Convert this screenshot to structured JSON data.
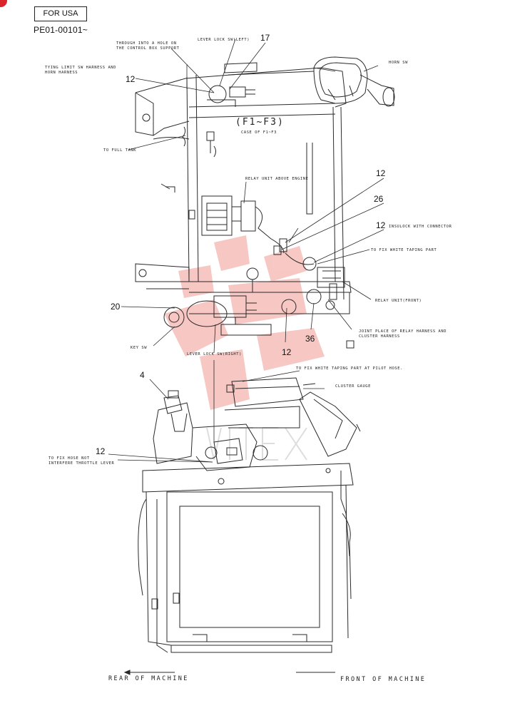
{
  "header": {
    "region_box": "FOR USA",
    "serial_range": "PE01-00101~"
  },
  "callouts": {
    "c17": "17",
    "c12_top": "12",
    "c12_relay": "12",
    "c26": "26",
    "c12_insulock": "12",
    "c20": "20",
    "c12_bottom_mid": "12",
    "c36": "36",
    "c4": "4",
    "c12_lower": "12"
  },
  "notes": {
    "through_hole": "THROUGH INTO A HOLE ON\nTHE CONTROL BOX SUPPORT",
    "lever_lock_left": "LEVER LOCK SW(LEFT)",
    "horn_sw": "HORN SW",
    "tying_limit": "TYING LIMIT SW HARNESS AND\nHORN HARNESS",
    "fuel_tank": "TO FULL TANK",
    "case_f1_f3": "CASE OF F1~F3",
    "relay_above_engine": "RELAY UNIT ABOVE ENGINE",
    "insulock": "INSULOCK WITH CONNECTOR",
    "white_taping": "TO FIX WHITE TAPING PART",
    "relay_front": "RELAY UNIT(FRONT)",
    "joint_place": "JOINT PLACE OF RELAY HARNESS AND\nCLUSTER HARNESS",
    "key_sw": "KEY SW",
    "lever_lock_right": "LEVER LOCK SW(RIGHT)",
    "white_taping_pilot": "TO FIX WHITE TAPING PART AT PILOT HOSE.",
    "cluster_gauge": "CLUSTER GAUGE",
    "fix_hose": "TO FIX HOSE NOT\nINTERFERE THROTTLE LEVER"
  },
  "fuse_case_label": "(F1~F3)",
  "directions": {
    "rear": "REAR OF MACHINE",
    "front": "FRONT OF MACHINE"
  },
  "colors": {
    "line": "#2a2a2a",
    "watermark": "#e8483e",
    "corner_mark": "#d9262c"
  }
}
